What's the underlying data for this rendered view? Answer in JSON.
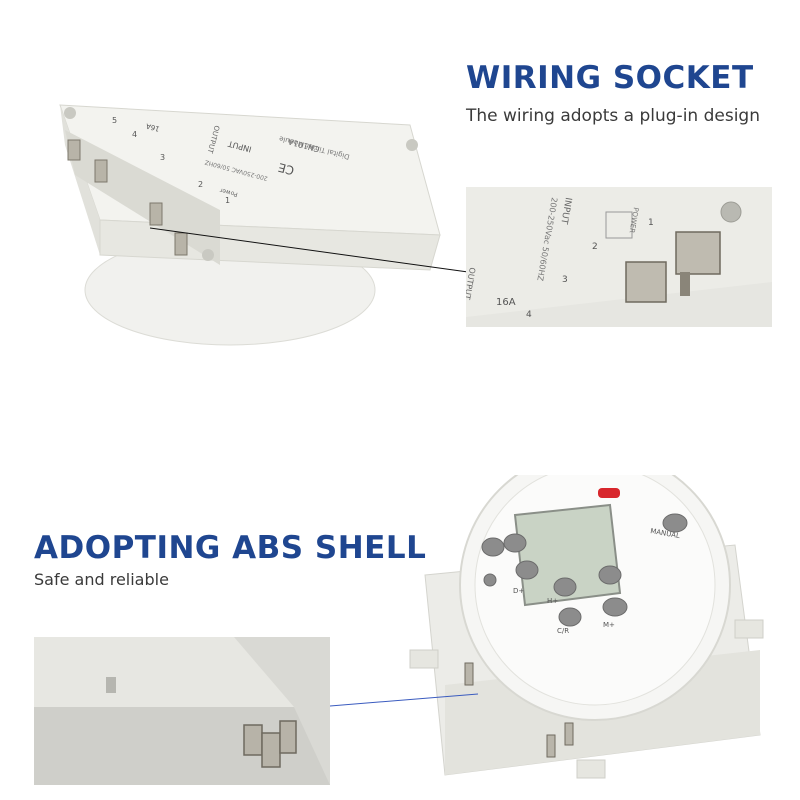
{
  "section_top": {
    "title": "WIRING SOCKET",
    "subtitle": "The wiring adopts a plug-in design"
  },
  "section_bottom": {
    "title": "ADOPTING ABS SHELL",
    "subtitle": "Safe and reliable"
  },
  "device_back_labels": {
    "model": "CN101A",
    "product": "Digital Timer Module",
    "ce": "CE",
    "output": "OUTPUT",
    "input": "INPUT",
    "input_spec": "200-250VAC 50/60HZ",
    "rating": "16A",
    "power": "Power",
    "terminals": [
      "1",
      "2",
      "3",
      "4",
      "5"
    ]
  },
  "zoom_inset_labels": {
    "input": "INPUT",
    "input_spec": "200-250Vac 50/60HZ",
    "power": "POWER",
    "rating": "16A",
    "output": "OUTPUT",
    "terminals": [
      "1",
      "2",
      "3",
      "4"
    ]
  },
  "device_front_labels": {
    "manual": "MANUAL",
    "key_labels": [
      "D+",
      "H+",
      "M+",
      "C/R"
    ]
  },
  "colors": {
    "heading": "#1f4690",
    "shell": "#eeeeea",
    "lcd": "#c9d3c5",
    "button": "#8c8c8c",
    "indicator": "#d8262c"
  }
}
